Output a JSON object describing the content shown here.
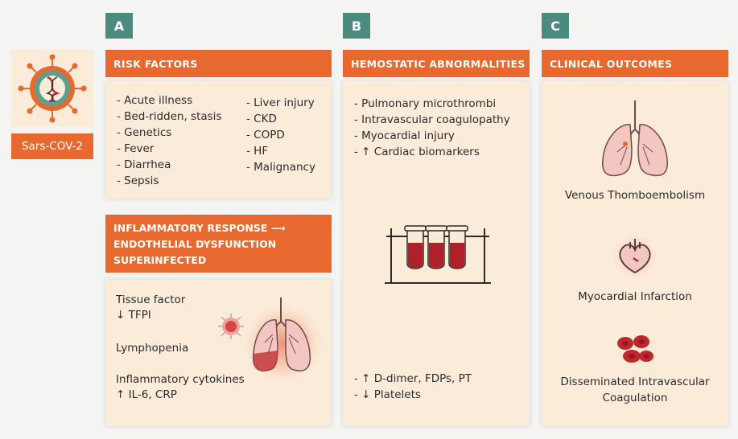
{
  "virus": {
    "label": "Sars-COV-2"
  },
  "panels": {
    "a": {
      "letter": "A",
      "title": "RISK FACTORS",
      "col1": [
        "- Acute illness",
        "- Bed-ridden, stasis",
        "- Genetics",
        "- Fever",
        "- Diarrhea",
        "- Sepsis"
      ],
      "col2": [
        "- Liver injury",
        "- CKD",
        "- COPD",
        "- HF",
        "- Malignancy"
      ]
    },
    "b": {
      "letter": "B",
      "title": "HEMOSTATIC ABNORMALITIES",
      "top_items": [
        "- Pulmonary microthrombi",
        "- Intravascular coagulopathy",
        "- Myocardial injury",
        "- ↑ Cardiac biomarkers"
      ],
      "bottom_items": [
        "- ↑ D-dimer, FDPs, PT",
        "- ↓ Platelets"
      ]
    },
    "c": {
      "letter": "C",
      "title": "CLINICAL OUTCOMES",
      "outcome1": "Venous Thomboembolism",
      "outcome2": "Myocardial Infarction",
      "outcome3_line1": "Disseminated Intravascular",
      "outcome3_line2": "Coagulation"
    }
  },
  "inflammatory": {
    "title_line1": "INFLAMMATORY RESPONSE",
    "arrow": "⟶",
    "title_line2": "ENDOTHELIAL DYSFUNCTION",
    "title_line3": "SUPERINFECTED",
    "tissue_factor": "Tissue factor",
    "tfpi": "↓ TFPI",
    "lymphopenia": "Lymphopenia",
    "cytokines": "Inflammatory cytokines",
    "il6": "↑ IL-6, CRP"
  },
  "colors": {
    "accent": "#e8692f",
    "letter_bg": "#4b8a7c",
    "panel_bg": "#fbecd9",
    "blood": "#b0202a"
  }
}
